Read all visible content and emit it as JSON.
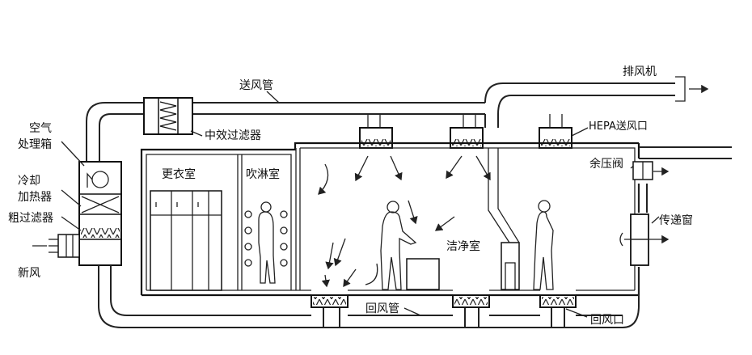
{
  "labels": {
    "exhaust_fan": "排风机",
    "supply_duct": "送风管",
    "medium_filter": "中效过滤器",
    "hepa_outlet": "HEPA送风口",
    "ahu_line1": "空气",
    "ahu_line2": "处理箱",
    "cool_line1": "冷却",
    "cool_line2": "加热器",
    "coarse_filter": "粗过滤器",
    "fresh_air": "新风",
    "changing_room": "更衣室",
    "air_shower": "吹淋室",
    "clean_room": "洁净室",
    "relief_valve": "余压阀",
    "pass_box": "传递窗",
    "return_duct": "回风管",
    "return_outlet": "回风口"
  }
}
